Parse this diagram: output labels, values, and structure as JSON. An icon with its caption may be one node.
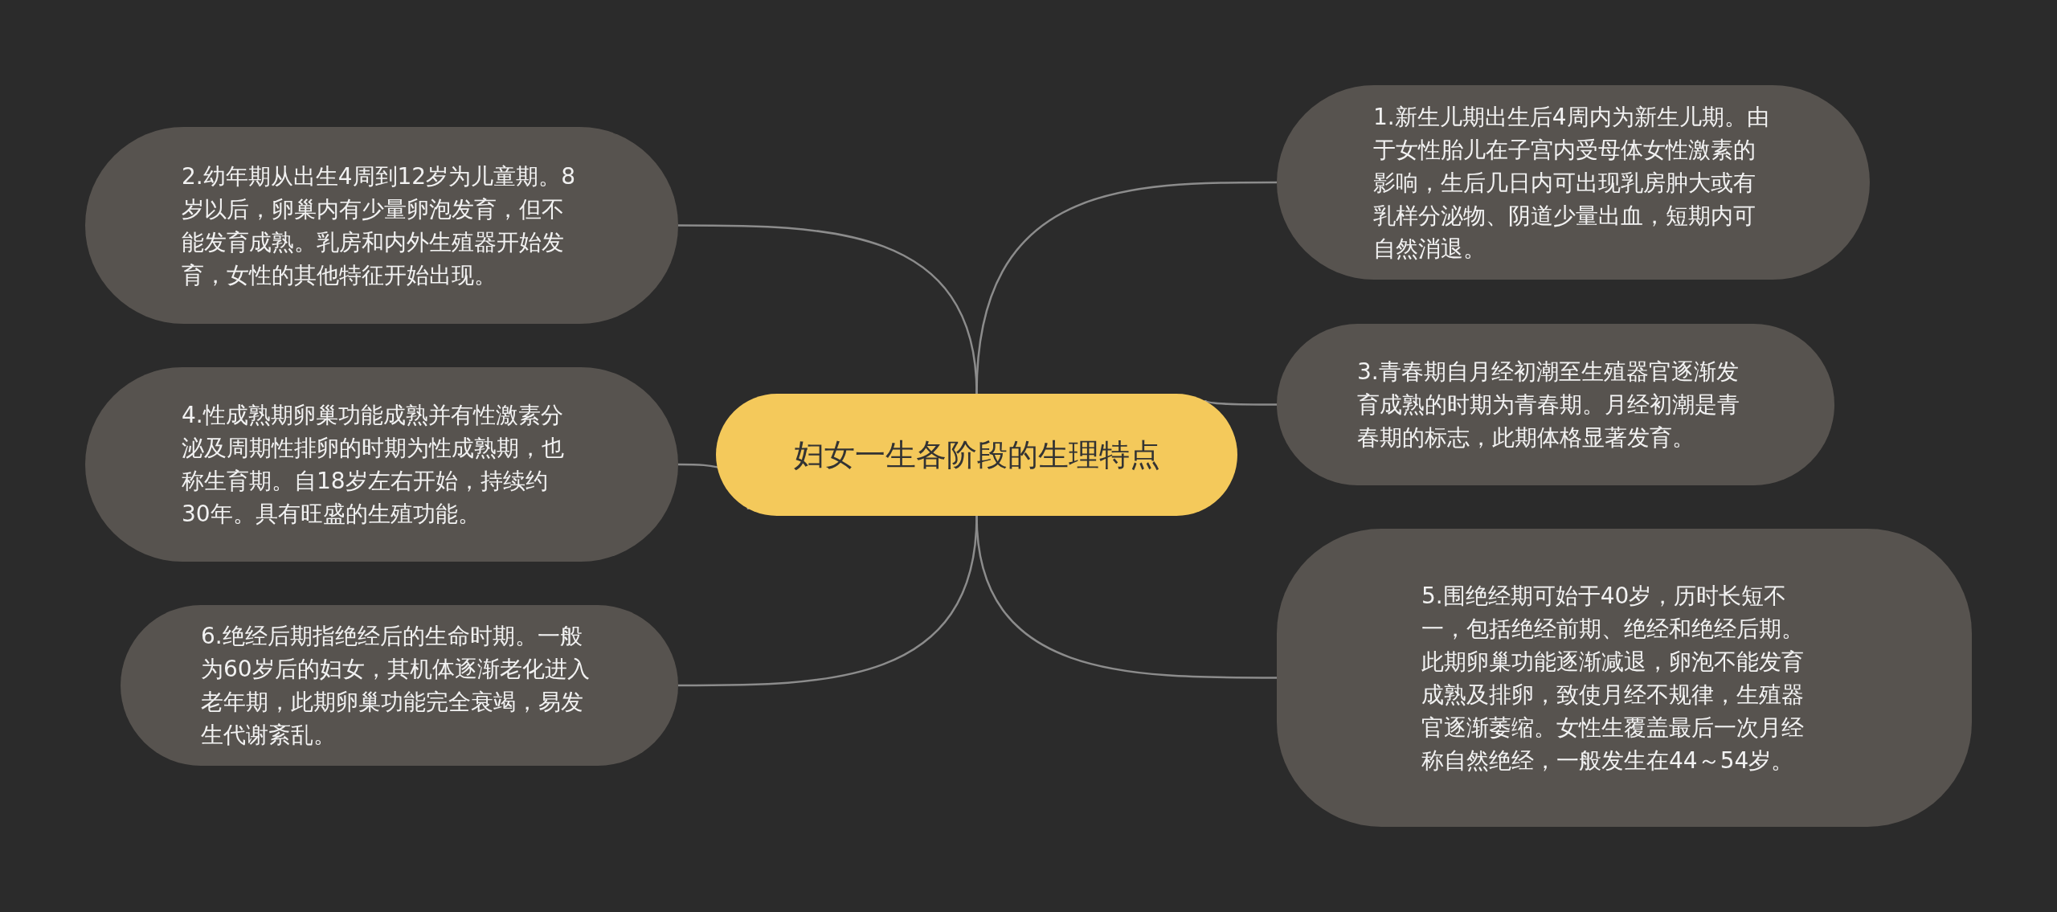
{
  "diagram": {
    "nodes": [
      {
        "text": [
          "妇女一生各阶段的生理特点"
        ]
      },
      {
        "text": [
          "1.新生儿期出生后4周内为新生儿期。由于女性胎儿在子宫内受母体女性激素的影响，生后几日内可出现乳房肿大或有乳样分泌物、阴道少量出血，短期内可自然消退。"
        ]
      },
      {
        "text": [
          "2.幼年期从出生4周到12岁为儿童期。8岁以后，卵巢内有少量卵泡发育，但不能发育成熟。乳房和内外生殖器开始发育，女性的其他特征开始出现。"
        ]
      },
      {
        "text": [
          "3.青春期自月经初潮至生殖器官逐渐发育成熟的时期为青春期。月经初潮是青春期的标志，此期体格显著发育。"
        ]
      },
      {
        "text": [
          "4.性成熟期卵巢功能成熟并有性激素分泌及周期性排卵的时期为性成熟期，也称生育期。自18岁左右开始，持续约30年。具有旺盛的生殖功能。"
        ]
      },
      {
        "text": [
          "5.围绝经期可始于40岁，历时长短不一，包括绝经前期、绝经和绝经后期。此期卵巢功能逐渐减退，卵泡不能发育成熟及排卵，致使月经不规律，生殖器官逐渐萎缩。女性生覆盖最后一次月经称自然绝经，一般发生在44～54岁。"
        ]
      },
      {
        "text": [
          "6.绝经后期指绝经后的生命时期。一般为60岁后的妇女，其机体逐渐老化进入老年期，此期卵巢功能完全衰竭，易发生代谢紊乱。"
        ]
      }
    ],
    "edges": [
      {
        "from": 0,
        "to": 1,
        "arrow": "none"
      },
      {
        "from": 0,
        "to": 2,
        "arrow": "none"
      },
      {
        "from": 0,
        "to": 3,
        "arrow": "none"
      },
      {
        "from": 0,
        "to": 4,
        "arrow": "none"
      },
      {
        "from": 0,
        "to": 5,
        "arrow": "none"
      },
      {
        "from": 0,
        "to": 6,
        "arrow": "none"
      }
    ]
  }
}
